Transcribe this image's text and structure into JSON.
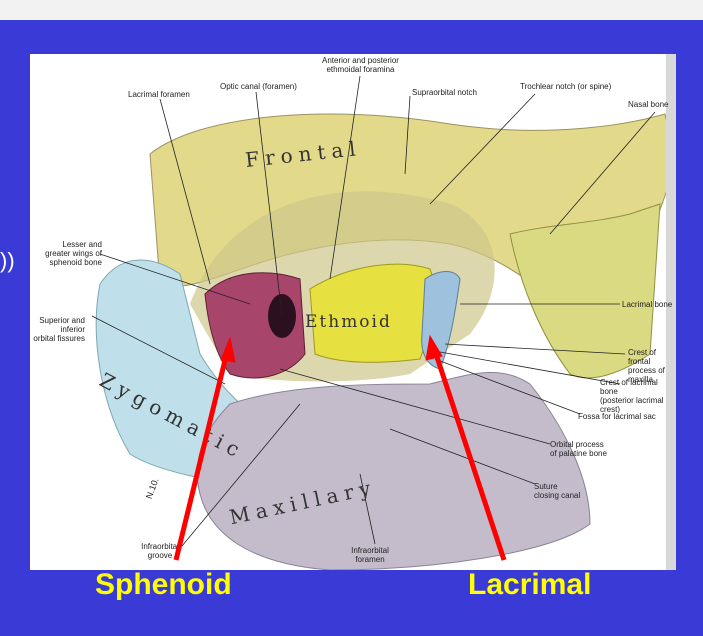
{
  "labels": {
    "lacrimal_foramen": "Lacrimal foramen",
    "optic_canal": "Optic canal (foramen)",
    "ethmoidal_foramina": "Anterior and posterior\nethmoidal foramina",
    "supraorbital_notch": "Supraorbital notch",
    "trochlear_notch": "Trochlear notch (or spine)",
    "nasal_bone": "Nasal bone",
    "lesser_greater_wings": "Lesser and\ngreater wings of\nsphenoid bone",
    "orbital_fissures": "Superior and\ninferior\norbital fissures",
    "lacrimal_bone": "Lacrimal bone",
    "crest_frontal": "Crest of frontal\nprocess of maxilla",
    "crest_lacrimal": "Crest of lacrimal bone\n(posterior lacrimal crest)",
    "fossa_lacrimal_sac": "Fossa for lacrimal sac",
    "orbital_process": "Orbital process\nof palatine bone",
    "suture_canal": "Suture\nclosing canal",
    "infraorbital_groove": "Infraorbital\ngroove",
    "infraorbital_foramen": "Infraorbital\nforamen"
  },
  "bones": {
    "frontal": "Frontal",
    "ethmoid": "Ethmoid",
    "zygomatic": "Zygomatic",
    "maxillary": "Maxillary"
  },
  "captions": {
    "sphenoid": "Sphenoid",
    "lacrimal": "Lacrimal"
  },
  "signature": "N.10.",
  "icons": {
    "sound": "sound-icon"
  },
  "colors": {
    "slide_bg": "#3a3ad6",
    "caption": "#ffff00",
    "arrow": "#ff0000",
    "frontal": "#e2d98a",
    "sphenoid": "#a8456a",
    "ethmoid": "#e6e040",
    "zygomatic": "#bfe0ea",
    "maxilla": "#c4bccb",
    "lacrimal": "#9ec1de",
    "nasal": "#d9da82"
  }
}
